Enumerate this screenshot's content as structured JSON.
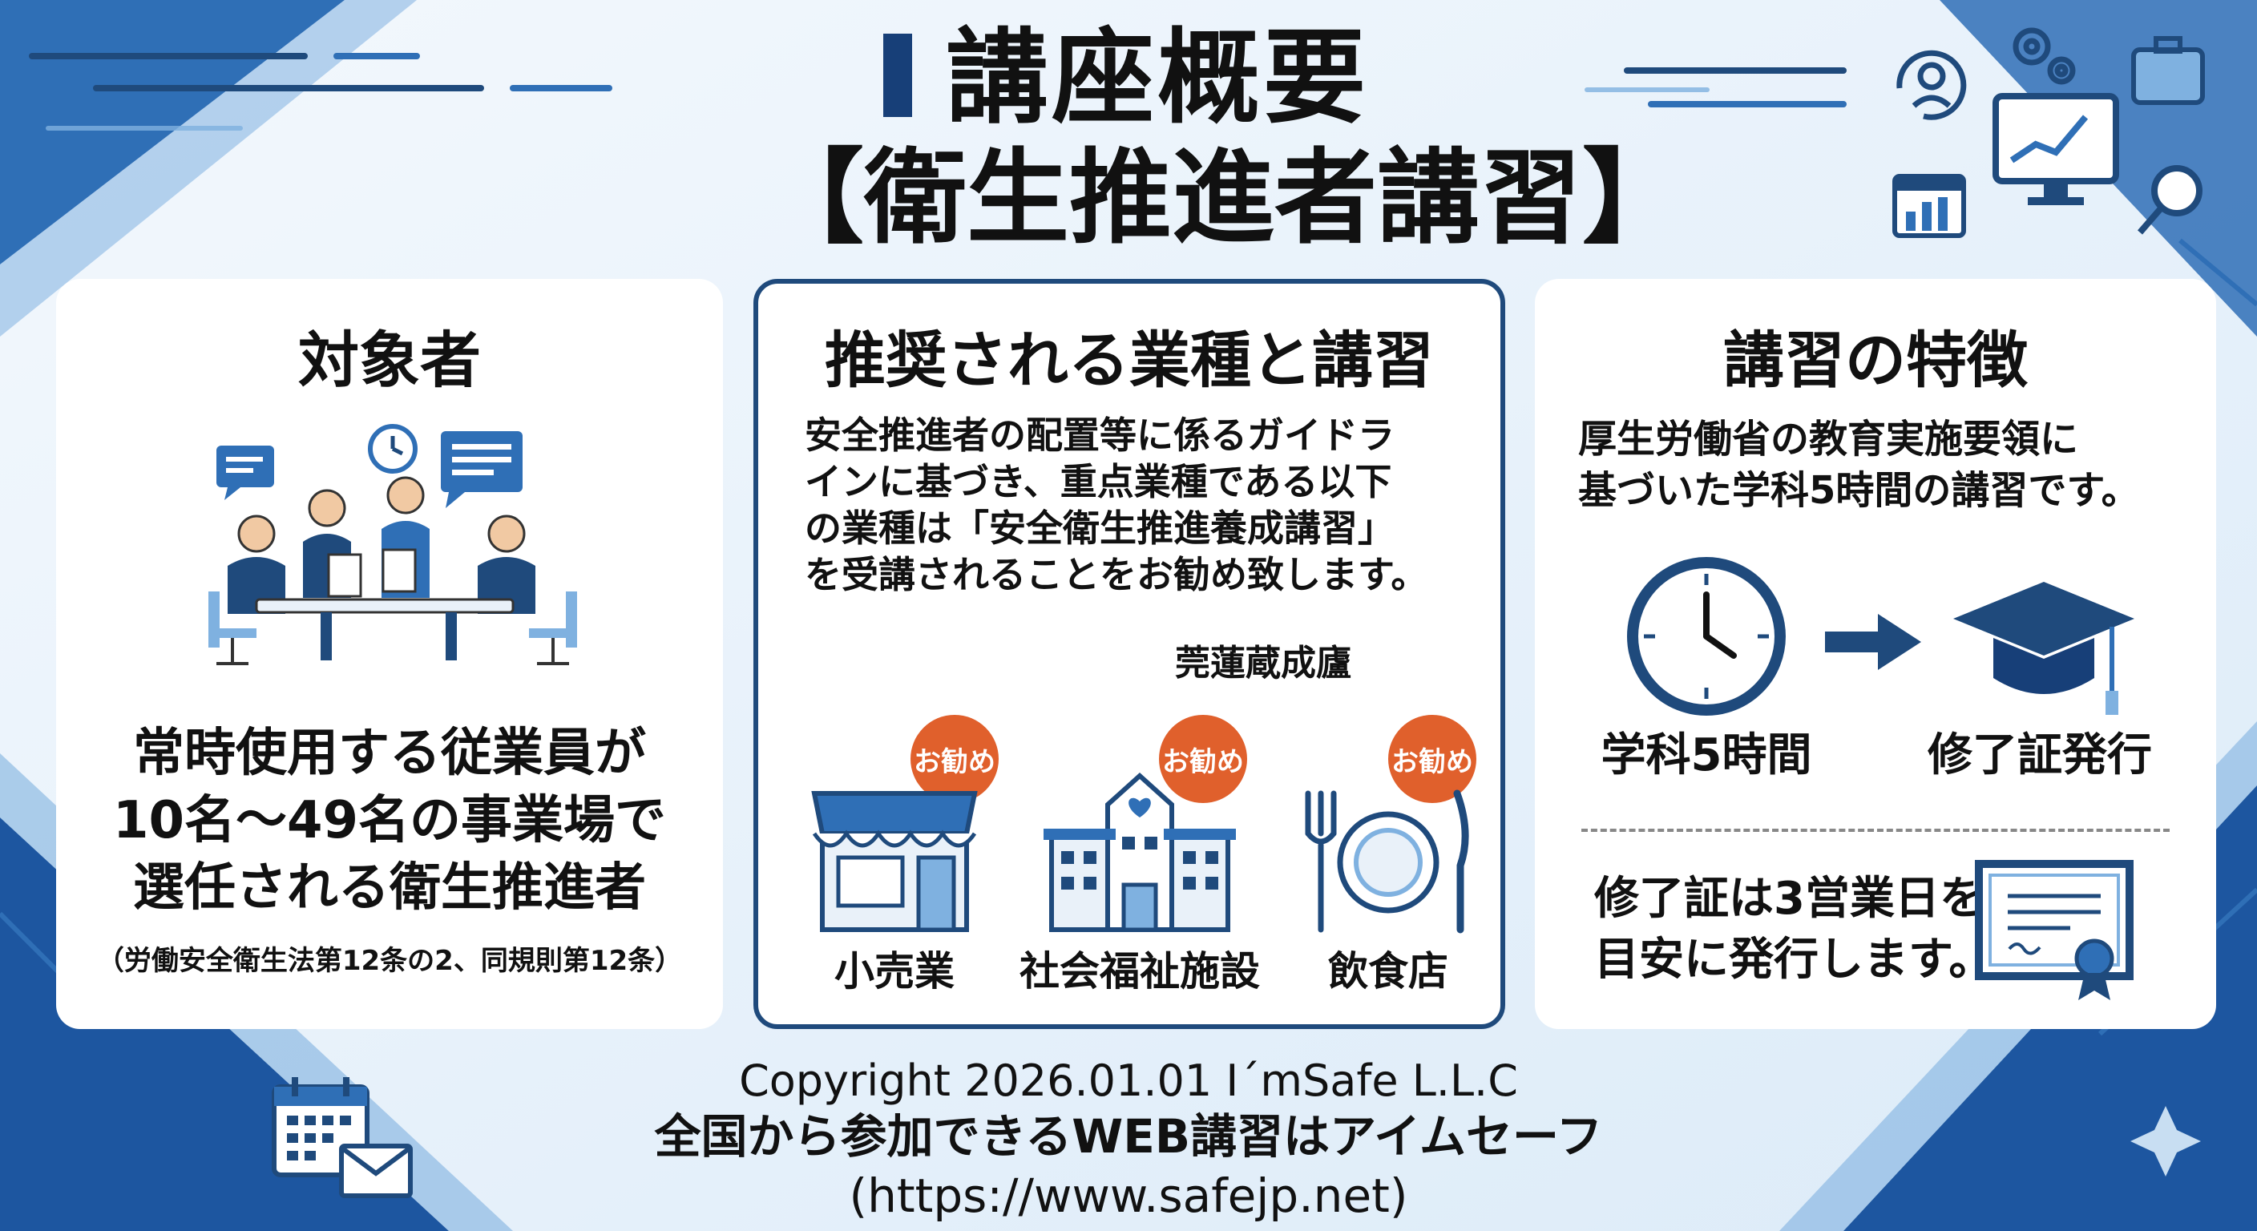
{
  "header": {
    "title_line1": "講座概要",
    "title_line2": "【衛生推進者講習】"
  },
  "panel_target": {
    "title": "対象者",
    "illustration": "business-meeting-illustration",
    "line1": "常時使用する従業員が",
    "line2": "10名～49名の事業場で",
    "line3": "選任される衛生推進者",
    "note": "（労働安全衛生法第12条の2、同規則第12条）"
  },
  "panel_industry": {
    "title": "推奨される業種と講習",
    "desc_line1": "安全推進者の配置等に係るガイドラ",
    "desc_line2": "インに基づき、重点業種である以下",
    "desc_line3": "の業種は「安全衛生推進養成講習」",
    "desc_line4": "を受講されることをお勧め致します。",
    "subheading": "莞蓮蔵成廬",
    "industries": [
      {
        "label": "小売業",
        "badge": "お勧め",
        "icon": "storefront-icon"
      },
      {
        "label": "社会福祉施設",
        "badge": "お勧め",
        "icon": "care-facility-icon"
      },
      {
        "label": "飲食店",
        "badge": "お勧め",
        "icon": "dining-plate-icon"
      }
    ]
  },
  "panel_features": {
    "title": "講習の特徴",
    "desc_line1": "厚生労働省の教育実施要領に",
    "desc_line2": "基づいた学科5時間の講習です。",
    "step1_label": "学科5時間",
    "step2_label": "修了証発行",
    "cert_line1": "修了証は3営業日を",
    "cert_line2": "目安に発行します。"
  },
  "footer": {
    "copyright": "Copyright 2026.01.01 I´mSafe L.L.C",
    "tagline": "全国から参加できるWEB講習はアイムセーフ",
    "url": "(https://www.safejp.net)"
  },
  "colors": {
    "navy": "#173f78",
    "blue": "#2f6fb6",
    "light_blue": "#7fb1e0",
    "badge_orange": "#e0602c",
    "panel_border": "#1f4a7c"
  }
}
